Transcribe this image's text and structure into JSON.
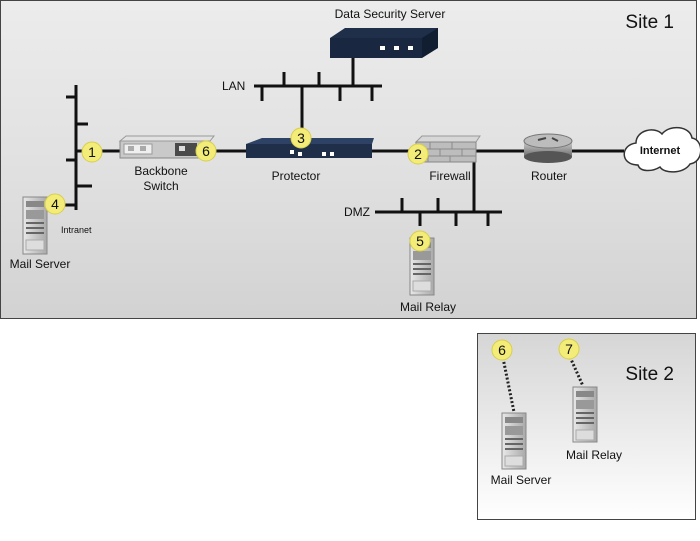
{
  "site1": {
    "title": "Site 1",
    "labels": {
      "data_security_server": "Data Security Server",
      "lan": "LAN",
      "backbone_switch_line1": "Backbone",
      "backbone_switch_line2": "Switch",
      "protector": "Protector",
      "firewall": "Firewall",
      "router": "Router",
      "internet": "Internet",
      "dmz": "DMZ",
      "intranet": "Intranet",
      "mail_server": "Mail Server",
      "mail_relay": "Mail Relay"
    },
    "badges": {
      "b1": "1",
      "b2": "2",
      "b3": "3",
      "b4": "4",
      "b5": "5",
      "b6": "6"
    }
  },
  "site2": {
    "title": "Site 2",
    "labels": {
      "mail_server": "Mail Server",
      "mail_relay": "Mail Relay"
    },
    "badges": {
      "b6": "6",
      "b7": "7"
    }
  },
  "colors": {
    "badge_fill": "#f3ec78",
    "device_dark": "#1f2f4a",
    "line": "#111111",
    "server_gray": "#bdbdbd"
  }
}
